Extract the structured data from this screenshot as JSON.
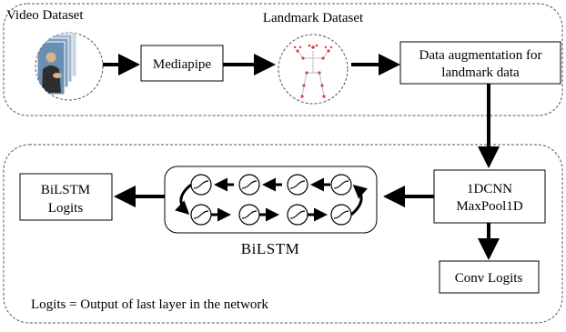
{
  "top_panel": {
    "video_dataset": {
      "label": "Video Dataset"
    },
    "mediapipe": {
      "label": "Mediapipe"
    },
    "landmark_dataset": {
      "label": "Landmark Dataset"
    },
    "augmentation": {
      "line1": "Data augmentation for",
      "line2": "landmark data"
    }
  },
  "bottom_panel": {
    "cnn_block": {
      "line1": "1DCNN",
      "line2": "MaxPool1D"
    },
    "conv_logits": {
      "label": "Conv Logits"
    },
    "bilstm": {
      "label": "BiLSTM"
    },
    "bilstm_logits": {
      "line1": "BiLSTM",
      "line2": "Logits"
    },
    "footnote": "Logits = Output of last layer in the network"
  },
  "colors": {
    "ink": "#000000",
    "panel_border": "#555555",
    "photo_bg": "#6a8fb5",
    "skin": "#d9b38c",
    "landmark_red": "#d94040",
    "landmark_line": "#bdbdbd"
  }
}
